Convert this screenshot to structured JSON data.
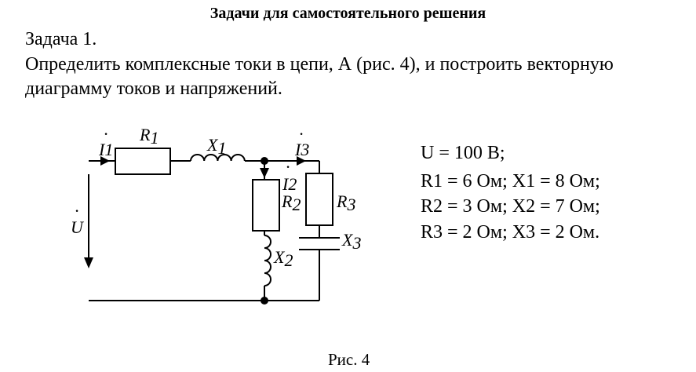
{
  "title": "Задачи для самостоятельного решения",
  "task_label": "Задача 1.",
  "task_text_line1": "Определить комплексные токи в цепи, А (рис. 4), и построить векторную",
  "task_text_line2": "диаграмму токов и напряжений.",
  "params": [
    "U = 100 В;",
    "R1 = 6 Ом; X1 = 8 Ом;",
    "R2 = 3 Ом; X2 = 7 Ом;",
    "R3 = 2 Ом; X3 = 2 Ом."
  ],
  "circuit_labels": {
    "R1": "R",
    "R1_sub": "1",
    "X1": "X",
    "X1_sub": "1",
    "I1": "I",
    "I1_sub": "1",
    "I2": "I",
    "I2_sub": "2",
    "I3": "I",
    "I3_sub": "3",
    "R2": "R",
    "R2_sub": "2",
    "R3": "R",
    "R3_sub": "3",
    "X2": "X",
    "X2_sub": "2",
    "X3": "X",
    "X3_sub": "3",
    "U": "U"
  },
  "caption": "Рис. 4"
}
